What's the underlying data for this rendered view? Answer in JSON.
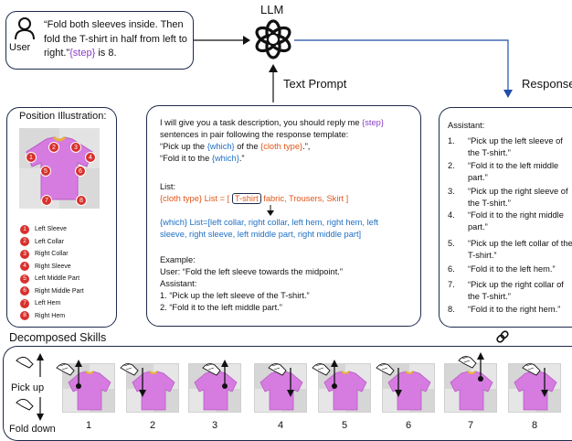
{
  "user_box": {
    "label": "User",
    "quote": "“Fold both sleeves inside. Then fold the T-shirt in half from left to right.”",
    "step_token": "{step}",
    "step_suffix": " is 8."
  },
  "llm_label": "LLM",
  "text_prompt_label": "Text Prompt",
  "response_label": "Response",
  "position_illustration": {
    "title": "Position Illustration:",
    "legend": [
      {
        "num": "1",
        "label": "Left Sleeve"
      },
      {
        "num": "2",
        "label": "Left Collar"
      },
      {
        "num": "3",
        "label": "Right Collar"
      },
      {
        "num": "4",
        "label": "Right Sleeve"
      },
      {
        "num": "5",
        "label": "Left Middle Part"
      },
      {
        "num": "6",
        "label": "Right Middle Part"
      },
      {
        "num": "7",
        "label": "Left Hem"
      },
      {
        "num": "8",
        "label": "Right Hem"
      }
    ]
  },
  "prompt": {
    "intro_a": "I will give you a task description, you should reply me ",
    "step_token": "{step}",
    "intro_b": "sentences in pair following the response template:",
    "tpl1_a": "“Pick up the ",
    "which_token": "{which}",
    "tpl1_b": " of the ",
    "cloth_token": "{cloth type}",
    "tpl1_c": ".”,",
    "tpl2_a": "“Fold it to the ",
    "tpl2_b": ".”",
    "list_heading": "List:",
    "cloth_list_a": "{cloth type}  List = [ ",
    "cloth_highlight": "T-shirt",
    "cloth_list_b": " fabric, Trousers, Skirt ]",
    "which_list_line1": "{which}  List=[left collar, right collar, left hem, right hem, left",
    "which_list_line2": "sleeve, right sleeve, left middle part, right middle part]",
    "example_heading": "Example:",
    "example_user": "User: “Fold the left sleeve towards the midpoint.”",
    "example_assistant": "Assistant:",
    "example_1": "1. “Pick up the left sleeve of the T-shirt.”",
    "example_2": "2. “Fold it to the left middle part.”"
  },
  "assistant": {
    "heading": "Assistant:",
    "items": [
      {
        "num": "1.",
        "text": "“Pick up the left sleeve of the T-shirt.”"
      },
      {
        "num": "2.",
        "text": "“Fold it to the left middle part.”"
      },
      {
        "num": "3.",
        "text": "“Pick up the right sleeve of the T-shirt.”"
      },
      {
        "num": "4.",
        "text": "“Fold it to the right middle part.”"
      },
      {
        "num": "5.",
        "text": "“Pick up the left collar of the T-shirt.”"
      },
      {
        "num": "6.",
        "text": "“Fold it to the left hem.”"
      },
      {
        "num": "7.",
        "text": "“Pick up the right collar of the T-shirt.”"
      },
      {
        "num": "8.",
        "text": "“Fold it to the right hem.”"
      }
    ]
  },
  "skills": {
    "title": "Decomposed Skills",
    "pick_up_label": "Pick up",
    "fold_down_label": "Fold down",
    "steps": [
      "1",
      "2",
      "3",
      "4",
      "5",
      "6",
      "7",
      "8"
    ]
  },
  "colors": {
    "border": "#1f2b4d",
    "token_purple": "#8a3ec9",
    "token_orange": "#e2571a",
    "token_blue": "#1f6fc4",
    "shirt": "#d67be0",
    "marker_red": "#d8312d"
  },
  "icons": [
    "user-icon",
    "openai-logo-icon",
    "link-icon",
    "hand-icon",
    "arrow-up-icon",
    "arrow-down-icon"
  ]
}
